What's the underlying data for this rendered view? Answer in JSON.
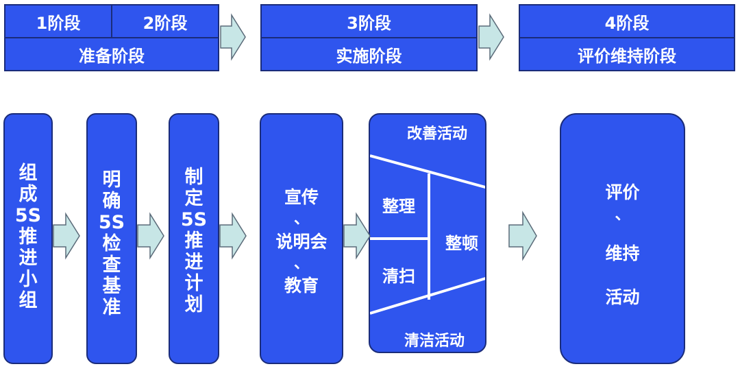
{
  "stages": {
    "stage1": "1阶段",
    "stage2": "2阶段",
    "prep": "准备阶段",
    "stage3": "3阶段",
    "impl": "实施阶段",
    "stage4": "4阶段",
    "eval": "评价维持阶段"
  },
  "cards": {
    "team": [
      "组",
      "成",
      "5S",
      "推",
      "进",
      "小",
      "组"
    ],
    "criteria": [
      "明",
      "确",
      "5S",
      "检",
      "查",
      "基",
      "准"
    ],
    "plan": [
      "制",
      "定",
      "5S",
      "推",
      "进",
      "计",
      "划"
    ],
    "promo": {
      "line1": "宣传",
      "sep1": "、",
      "line2": "说明会",
      "sep2": "、",
      "line3": "教育"
    },
    "activity": {
      "top": "改善活动",
      "sort": "整理",
      "arrange": "整顿",
      "sweep": "清扫",
      "bottom": "清洁活动"
    },
    "final": {
      "line1": "评价",
      "sep": "、",
      "line2": "维持",
      "line3": "活动"
    }
  },
  "colors": {
    "box_fill": "#2f55ee",
    "box_border": "#1a2c7a",
    "arrow_fill": "#c7e6e6",
    "arrow_stroke": "#5a6a78"
  }
}
